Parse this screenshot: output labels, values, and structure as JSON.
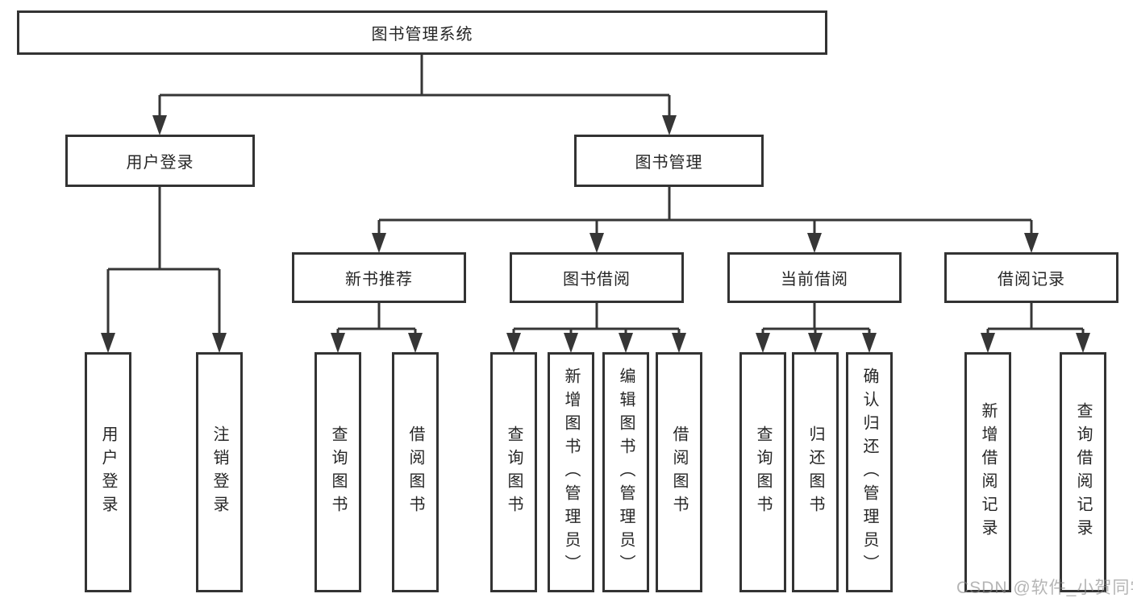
{
  "tree": {
    "label": "图书管理系统",
    "children": [
      {
        "label": "用户登录",
        "children": [
          {
            "label": "用户登录"
          },
          {
            "label": "注销登录"
          }
        ]
      },
      {
        "label": "图书管理",
        "children": [
          {
            "label": "新书推荐",
            "children": [
              {
                "label": "查询图书"
              },
              {
                "label": "借阅图书"
              }
            ]
          },
          {
            "label": "图书借阅",
            "children": [
              {
                "label": "查询图书"
              },
              {
                "label": "新增图书（管理员）"
              },
              {
                "label": "编辑图书（管理员）"
              },
              {
                "label": "借阅图书"
              }
            ]
          },
          {
            "label": "当前借阅",
            "children": [
              {
                "label": "查询图书"
              },
              {
                "label": "归还图书"
              },
              {
                "label": "确认归还（管理员）"
              }
            ]
          },
          {
            "label": "借阅记录",
            "children": [
              {
                "label": "新增借阅记录"
              },
              {
                "label": "查询借阅记录"
              }
            ]
          }
        ]
      }
    ]
  },
  "watermark": {
    "text": "CSDN @软件_小贺同学"
  },
  "colors": {
    "background": "#ffffff",
    "line": "#363636",
    "box_border": "#333333",
    "box_fill": "#ffffff",
    "text": "#262626",
    "watermark": "#878787"
  }
}
